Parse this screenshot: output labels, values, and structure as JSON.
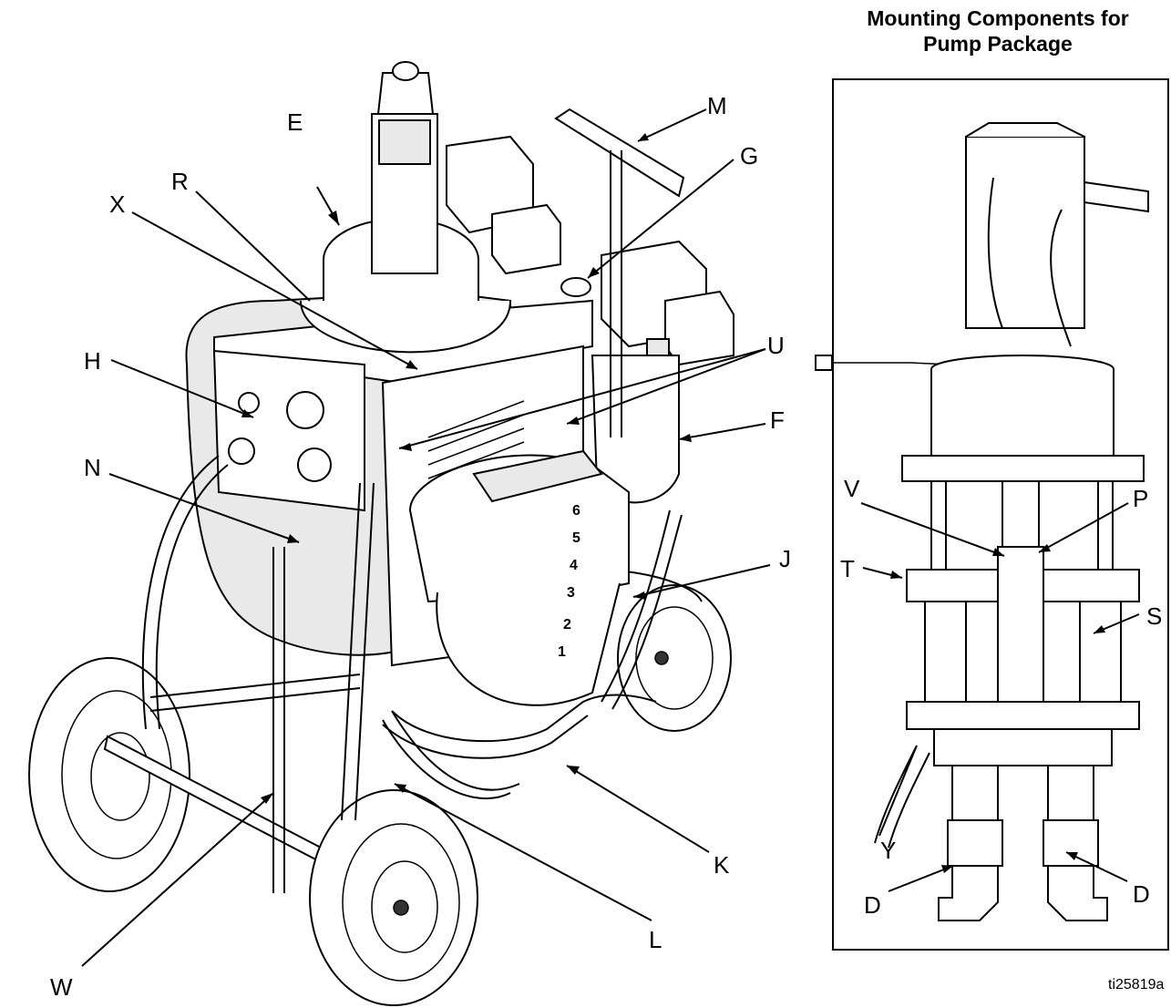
{
  "inset": {
    "title_line1": "Mounting Components for",
    "title_line2": "Pump Package"
  },
  "figure_id": "ti25819a",
  "callouts": {
    "E": "E",
    "R": "R",
    "X": "X",
    "H": "H",
    "N": "N",
    "M": "M",
    "G": "G",
    "U": "U",
    "F": "F",
    "J": "J",
    "K": "K",
    "L": "L",
    "W": "W",
    "V": "V",
    "P": "P",
    "T": "T",
    "S": "S",
    "Y": "Y",
    "D1": "D",
    "D2": "D"
  }
}
